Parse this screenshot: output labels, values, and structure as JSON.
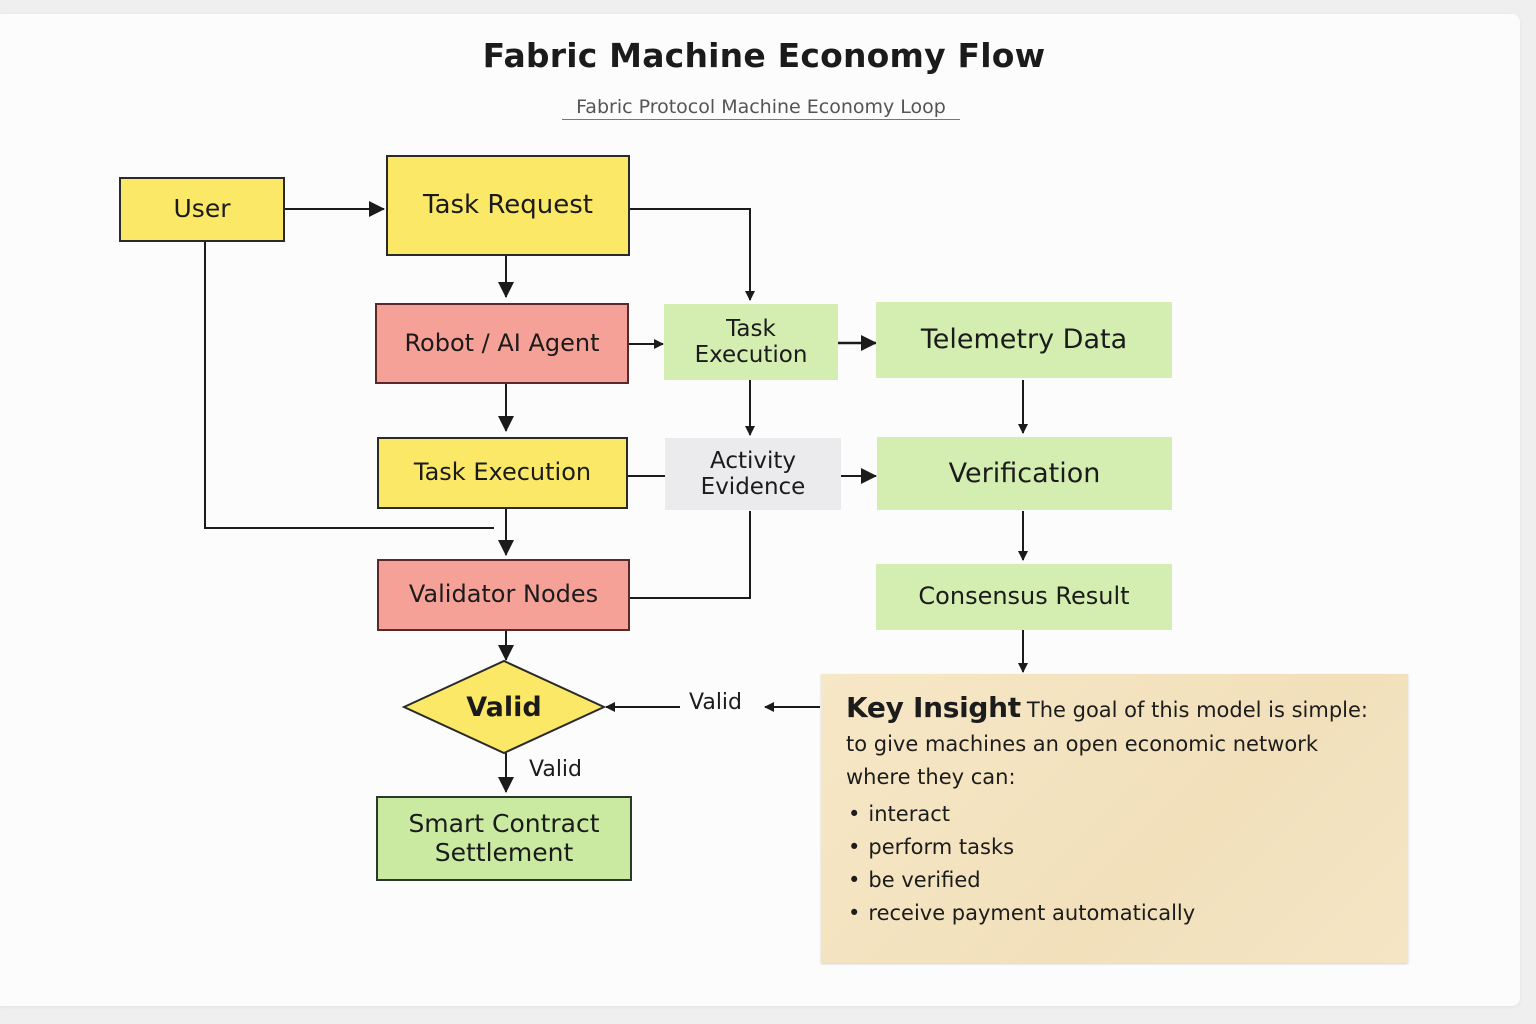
{
  "header": {
    "title": "Fabric Machine Economy Flow",
    "subtitle": "Fabric Protocol Machine Economy Loop"
  },
  "colors": {
    "yellow": "#fbe866",
    "red": "#f6a197",
    "green": "#c9eaa0",
    "green_soft": "#d4edb1",
    "grey": "#ebebee",
    "note": "#f4e5c5",
    "line": "#1b1b1b"
  },
  "nodes": {
    "user": "User",
    "task_request": "Task Request",
    "robot_agent": "Robot / AI Agent",
    "task_execution_green": "Task\nExecution",
    "telemetry_data": "Telemetry Data",
    "task_execution_yellow": "Task Execution",
    "activity_evidence": "Activity\nEvidence",
    "verification": "Verification",
    "validator_nodes": "Validator Nodes",
    "consensus_result": "Consensus Result",
    "valid_decision": "Valid",
    "smart_contract_settlement": "Smart Contract\nSettlement"
  },
  "edges": [
    {
      "from": "User",
      "to": "Task Request"
    },
    {
      "from": "Task Request",
      "to": "Robot / AI Agent"
    },
    {
      "from": "Task Request",
      "to": "Task Execution (green)"
    },
    {
      "from": "Robot / AI Agent",
      "to": "Task Execution (green)"
    },
    {
      "from": "Task Execution (green)",
      "to": "Telemetry Data"
    },
    {
      "from": "Robot / AI Agent",
      "to": "Task Execution (yellow)"
    },
    {
      "from": "Task Execution (green)",
      "to": "Activity Evidence"
    },
    {
      "from": "Task Execution (yellow)",
      "to": "Activity Evidence"
    },
    {
      "from": "Activity Evidence",
      "to": "Verification"
    },
    {
      "from": "Telemetry Data",
      "to": "Verification"
    },
    {
      "from": "Verification",
      "to": "Consensus Result"
    },
    {
      "from": "User",
      "to": "Validator Nodes"
    },
    {
      "from": "Task Execution (yellow)",
      "to": "Validator Nodes"
    },
    {
      "from": "Activity Evidence",
      "to": "Validator Nodes"
    },
    {
      "from": "Validator Nodes",
      "to": "Valid"
    },
    {
      "from": "Consensus Result",
      "to": "Key Insight"
    },
    {
      "from": "Key Insight",
      "to": "Valid",
      "label": "Valid"
    },
    {
      "from": "Valid",
      "to": "Smart Contract Settlement",
      "label": "Valid"
    }
  ],
  "edge_labels": {
    "valid_in": "Valid",
    "valid_out": "Valid"
  },
  "insight": {
    "kicker": "Key Insight",
    "lead": "The goal of this model is simple:",
    "body": "to give machines an open economic network where they can:",
    "bullets": [
      "interact",
      "perform tasks",
      "be verified",
      "receive payment automatically"
    ]
  }
}
